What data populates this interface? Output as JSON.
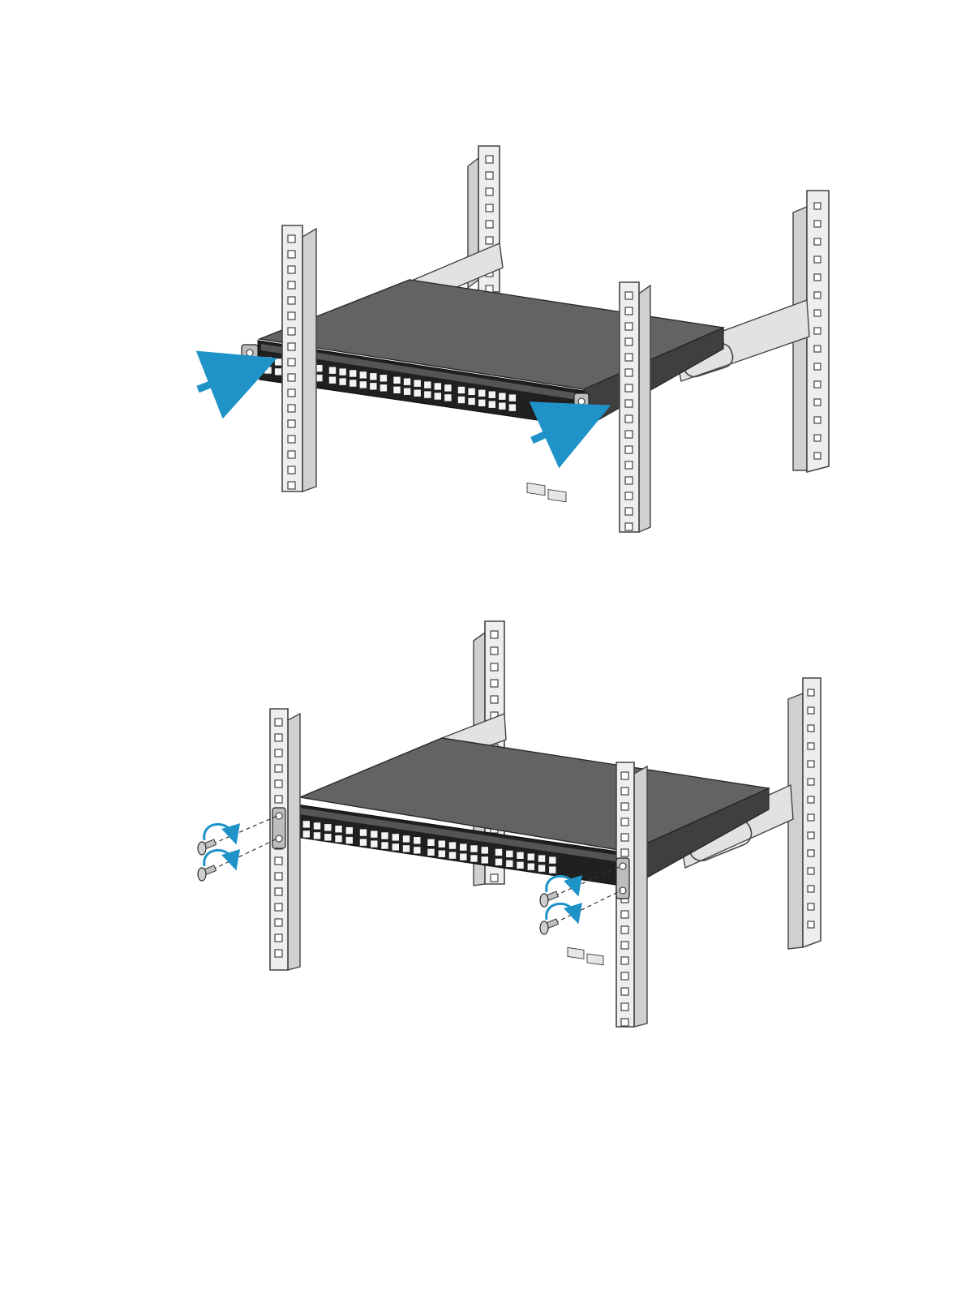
{
  "figures": [
    {
      "id": "step-insert",
      "ports_per_row": 24
    },
    {
      "id": "step-fasten",
      "ports_per_row": 24
    }
  ],
  "colors": {
    "arrow": "#1f93c8",
    "chassis_top": "#636363",
    "chassis_front": "#202020",
    "rack_post": "#eeeeee"
  },
  "icons": [
    "rack-post",
    "mounting-rail",
    "switch-chassis",
    "insert-arrow",
    "screw",
    "rotation-arrow"
  ]
}
